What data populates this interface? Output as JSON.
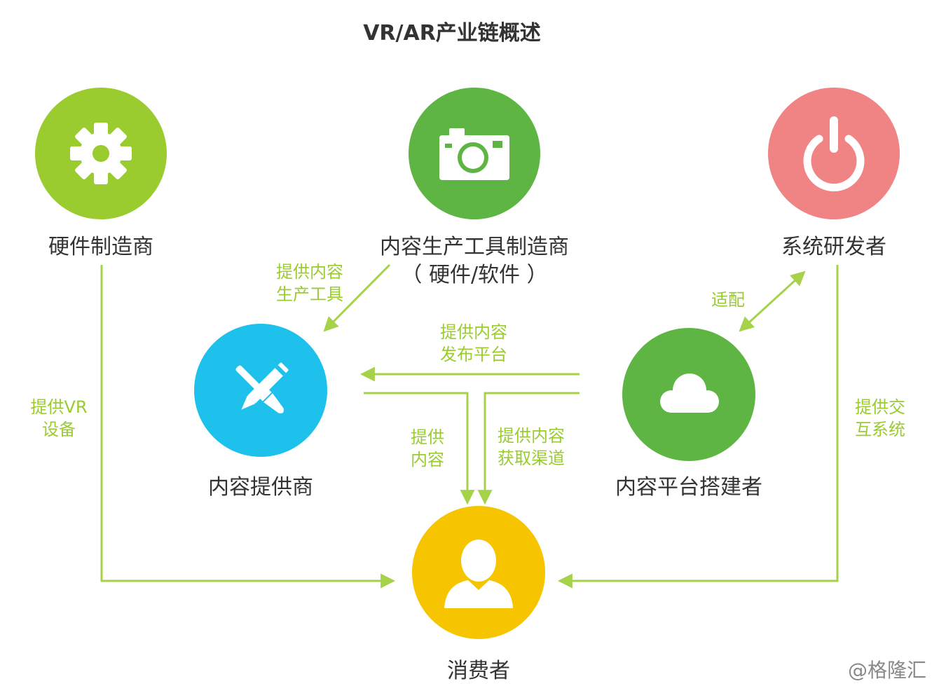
{
  "title": "VR/AR产业链概述",
  "colors": {
    "lime": "#9acb2f",
    "green": "#5fb544",
    "blue": "#1ec0ec",
    "pink": "#f08383",
    "yellow": "#f7c400",
    "edge": "#a6d24a",
    "text": "#333333"
  },
  "nodes": {
    "hardware": {
      "label": "硬件制造商",
      "icon": "gear-icon",
      "color": "#9acb2f"
    },
    "tools": {
      "label_line1": "内容生产工具制造商",
      "label_line2": "（ 硬件/软件 ）",
      "icon": "camera-icon",
      "color": "#5fb544"
    },
    "system": {
      "label": "系统研发者",
      "icon": "power-icon",
      "color": "#f08383"
    },
    "provider": {
      "label": "内容提供商",
      "icon": "brush-pencil-icon",
      "color": "#1ec0ec"
    },
    "platform": {
      "label": "内容平台搭建者",
      "icon": "cloud-icon",
      "color": "#5fb544"
    },
    "consumer": {
      "label": "消费者",
      "icon": "person-icon",
      "color": "#f7c400"
    }
  },
  "edges": {
    "tools_to_provider": [
      "提供内容",
      "生产工具"
    ],
    "hardware_to_consumer": [
      "提供VR",
      "设备"
    ],
    "platform_to_provider": [
      "提供内容",
      "发布平台"
    ],
    "provider_to_consumer": [
      "提供",
      "内容"
    ],
    "platform_to_consumer": [
      "提供内容",
      "获取渠道"
    ],
    "system_platform": [
      "适配"
    ],
    "system_to_consumer": [
      "提供交",
      "互系统"
    ]
  },
  "watermark": "@格隆汇"
}
